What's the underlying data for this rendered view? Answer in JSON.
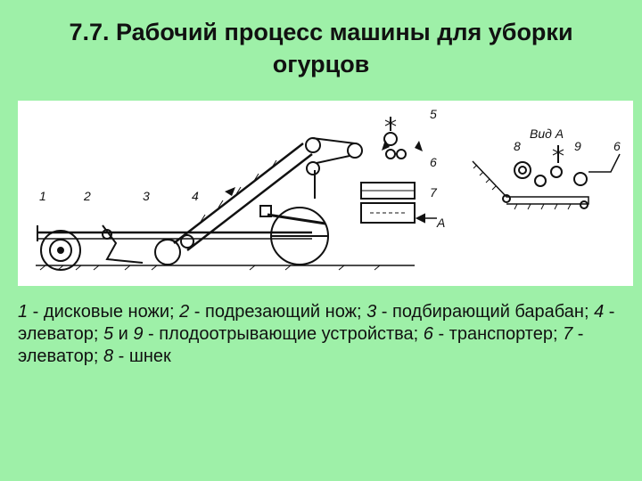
{
  "slide": {
    "title_line1": "7.7. Рабочий процесс машины для уборки",
    "title_line2": "огурцов"
  },
  "figure": {
    "labels": {
      "l1": "1",
      "l2": "2",
      "l3": "3",
      "l4": "4",
      "l5": "5",
      "l6a": "6",
      "l7": "7",
      "la": "A",
      "vid": "Вид А",
      "l8": "8",
      "l9": "9",
      "l6b": "6"
    }
  },
  "caption": [
    {
      "num": "1",
      "text": " - дисковые ножи; "
    },
    {
      "num": "2",
      "text": " - подрезающий нож; "
    },
    {
      "num": "3",
      "text": " - подбирающий барабан; "
    },
    {
      "num": "4",
      "text": " - элеватор; "
    },
    {
      "num": "5",
      "text": " и "
    },
    {
      "num": "9",
      "text": " - плодоотрывающие устройства; "
    },
    {
      "num": "6",
      "text": " - транспортер; "
    },
    {
      "num": "7",
      "text": " - элеватор; "
    },
    {
      "num": "8",
      "text": " - шнек"
    }
  ]
}
